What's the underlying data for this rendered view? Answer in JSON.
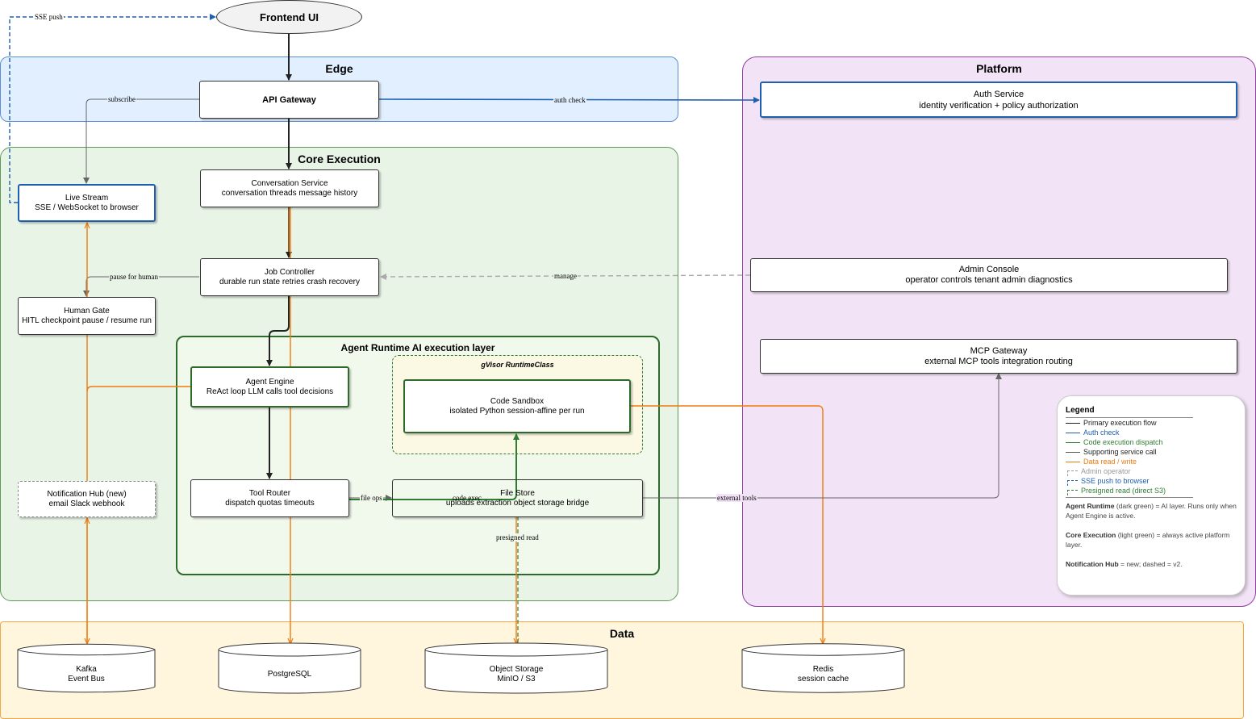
{
  "frontend": {
    "label": "Frontend UI"
  },
  "groups": {
    "edge": "Edge",
    "platform": "Platform",
    "core": "Core Execution",
    "agent_runtime": "Agent Runtime AI execution layer",
    "gvisor": "gVisor RuntimeClass",
    "data": "Data"
  },
  "nodes": {
    "api_gateway": {
      "title": "API Gateway"
    },
    "auth_service": {
      "title": "Auth Service",
      "subtitle": "identity verification + policy authorization"
    },
    "conversation_service": {
      "title": "Conversation Service",
      "subtitle": "conversation threads message history"
    },
    "live_stream": {
      "title": "Live Stream",
      "subtitle": "SSE / WebSocket to browser"
    },
    "job_controller": {
      "title": "Job Controller",
      "subtitle": "durable run state retries crash recovery"
    },
    "human_gate": {
      "title": "Human Gate",
      "subtitle": "HITL checkpoint pause / resume run"
    },
    "admin_console": {
      "title": "Admin Console",
      "subtitle": "operator controls tenant admin diagnostics"
    },
    "mcp_gateway": {
      "title": "MCP Gateway",
      "subtitle": "external MCP tools integration routing"
    },
    "agent_engine": {
      "title": "Agent Engine",
      "subtitle": "ReAct loop LLM calls tool decisions"
    },
    "code_sandbox": {
      "title": "Code Sandbox",
      "subtitle": "isolated Python session-affine per run"
    },
    "tool_router": {
      "title": "Tool Router",
      "subtitle": "dispatch quotas timeouts"
    },
    "file_store": {
      "title": "File Store",
      "subtitle": "uploads extraction object storage bridge"
    },
    "notification_hub": {
      "title": "Notification Hub (new)",
      "subtitle": "email Slack webhook"
    }
  },
  "stores": {
    "kafka": {
      "title": "Kafka",
      "subtitle": "Event Bus"
    },
    "postgres": {
      "title": "PostgreSQL",
      "subtitle": ""
    },
    "object_storage": {
      "title": "Object Storage",
      "subtitle": "MinIO / S3"
    },
    "redis": {
      "title": "Redis",
      "subtitle": "session cache"
    }
  },
  "edge_labels": {
    "sse_push": "SSE push",
    "subscribe": "subscribe",
    "auth_check": "auth check",
    "pause_for_human": "pause for human",
    "manage": "manage",
    "file_ops": "file ops",
    "code_exec": "code exec",
    "external_tools": "external tools",
    "presigned_read": "presigned read"
  },
  "legend": {
    "title": "Legend",
    "items": [
      {
        "label": "Primary execution flow",
        "color": "#222222",
        "style": "solid"
      },
      {
        "label": "Auth check",
        "color": "#1f5fb0",
        "style": "solid"
      },
      {
        "label": "Code execution dispatch",
        "color": "#2e7d32",
        "style": "solid"
      },
      {
        "label": "Supporting service call",
        "color": "#555555",
        "style": "solid"
      },
      {
        "label": "Data read / write",
        "color": "#ef7b10",
        "style": "solid"
      },
      {
        "label": "Admin operator",
        "color": "#999999",
        "style": "dashed"
      },
      {
        "label": "SSE push to browser",
        "color": "#1f5fb0",
        "style": "dashed"
      },
      {
        "label": "Presigned read (direct S3)",
        "color": "#2e7d32",
        "style": "dashed"
      }
    ],
    "notes": [
      {
        "bold": "Agent Runtime",
        "text": " (dark green) = AI layer. Runs only when Agent Engine is active."
      },
      {
        "bold": "Core Execution",
        "text": " (light green) = always active platform layer."
      },
      {
        "bold": "Notification Hub",
        "text": " = new; dashed = v2."
      }
    ]
  },
  "colors": {
    "primary": "#222222",
    "auth": "#1f5fb0",
    "code": "#2e7d32",
    "support": "#555555",
    "data": "#ef7b10",
    "admin": "#aaaaaa"
  }
}
